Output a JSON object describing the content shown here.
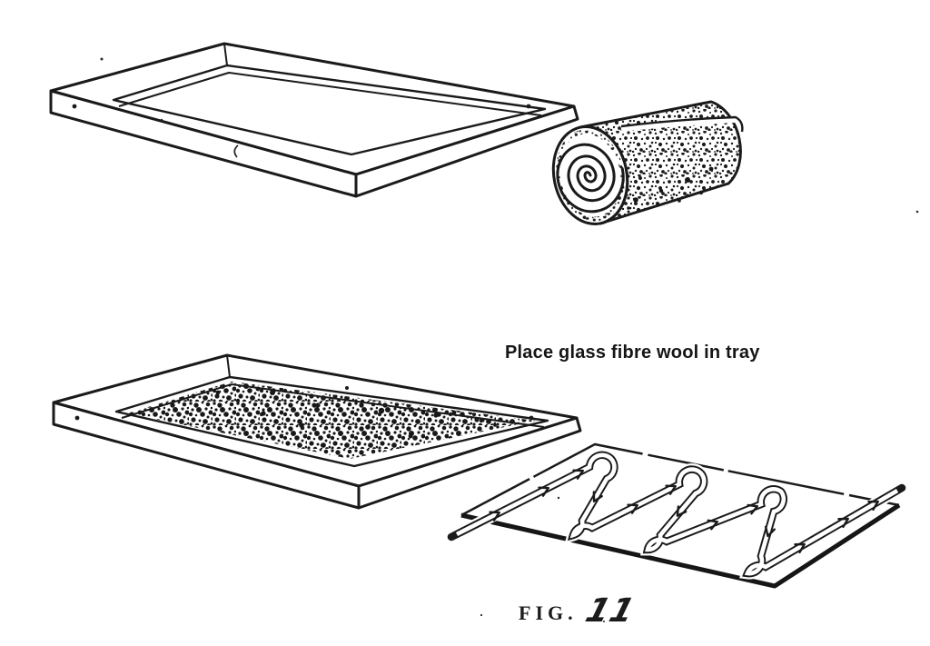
{
  "figure": {
    "instruction_caption": "Place glass fibre wool in tray",
    "label": "FIG.",
    "number": "11"
  },
  "colors": {
    "ink": "#1a1a1a",
    "paper": "#ffffff"
  }
}
